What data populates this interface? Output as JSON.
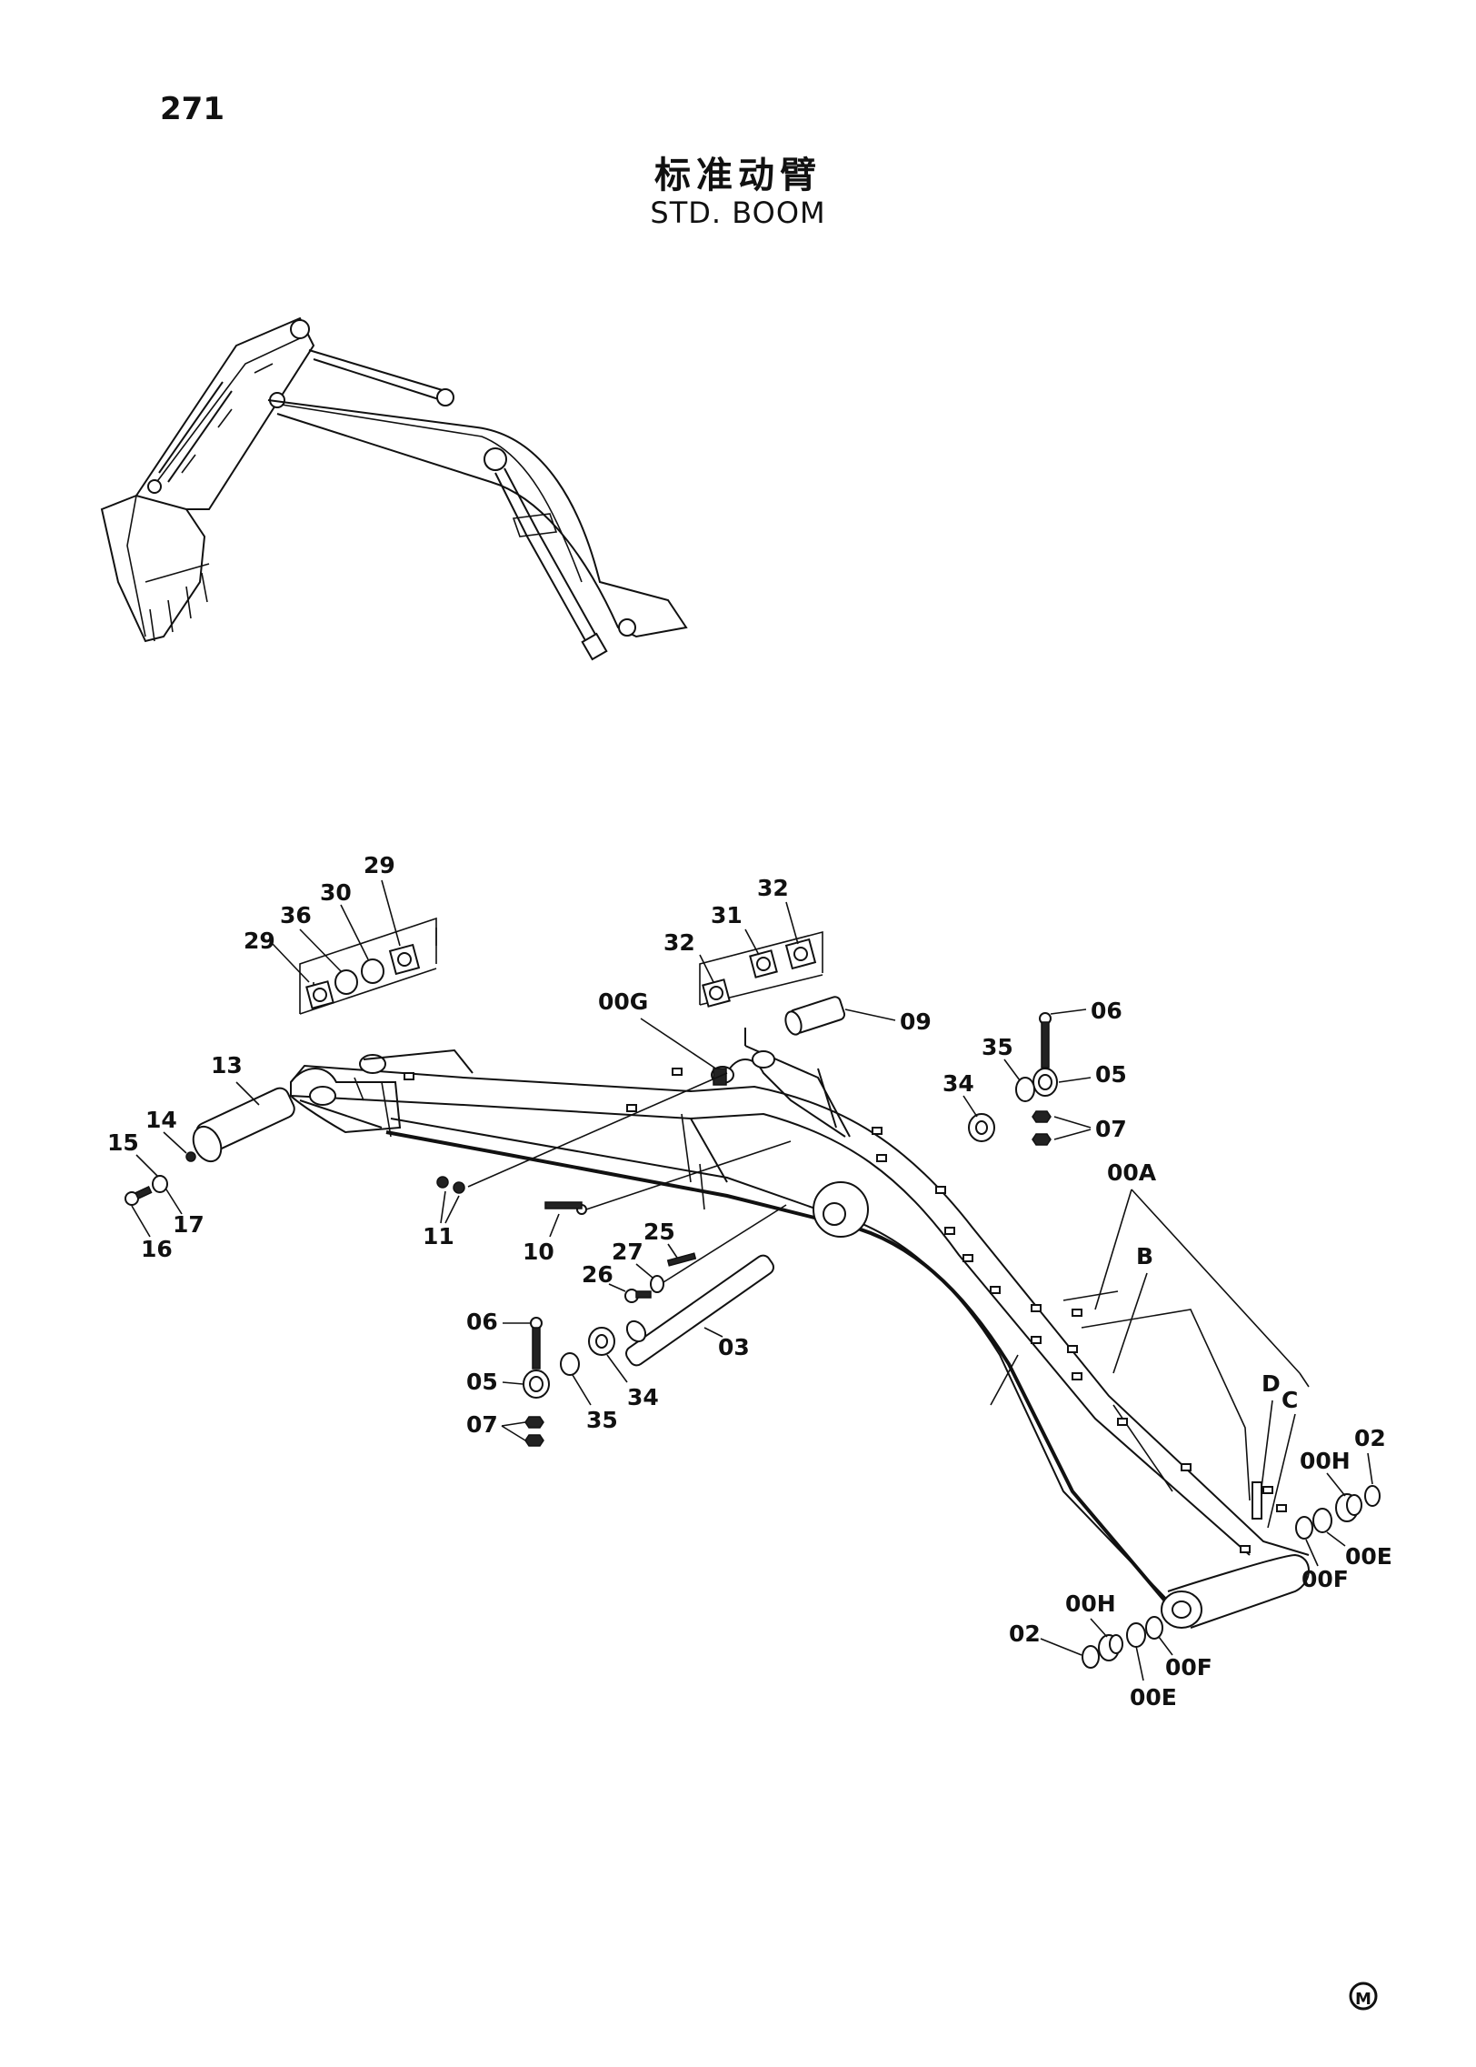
{
  "page_number": "271",
  "title_cn": "标准动臂",
  "title_en": "STD. BOOM",
  "footer_mark": "M",
  "callouts": {
    "c29a": "29",
    "c36": "36",
    "c30": "30",
    "c29b": "29",
    "c32a": "32",
    "c31": "31",
    "c32b": "32",
    "c00G": "00G",
    "c09": "09",
    "c06a": "06",
    "c35a": "35",
    "c05a": "05",
    "c34a": "34",
    "c07a": "07",
    "c13": "13",
    "c14": "14",
    "c15": "15",
    "c16": "16",
    "c17": "17",
    "c11": "11",
    "c10": "10",
    "c25": "25",
    "c27": "27",
    "c26": "26",
    "c03": "03",
    "c06b": "06",
    "c05b": "05",
    "c07b": "07",
    "c35b": "35",
    "c34b": "34",
    "c00A": "00A",
    "cB": "B",
    "cD": "D",
    "cC": "C",
    "c00Ha": "00H",
    "c02a": "02",
    "c00Ea": "00E",
    "c00Fa": "00F",
    "c00Hb": "00H",
    "c02b": "02",
    "c00Fb": "00F",
    "c00Eb": "00E"
  }
}
